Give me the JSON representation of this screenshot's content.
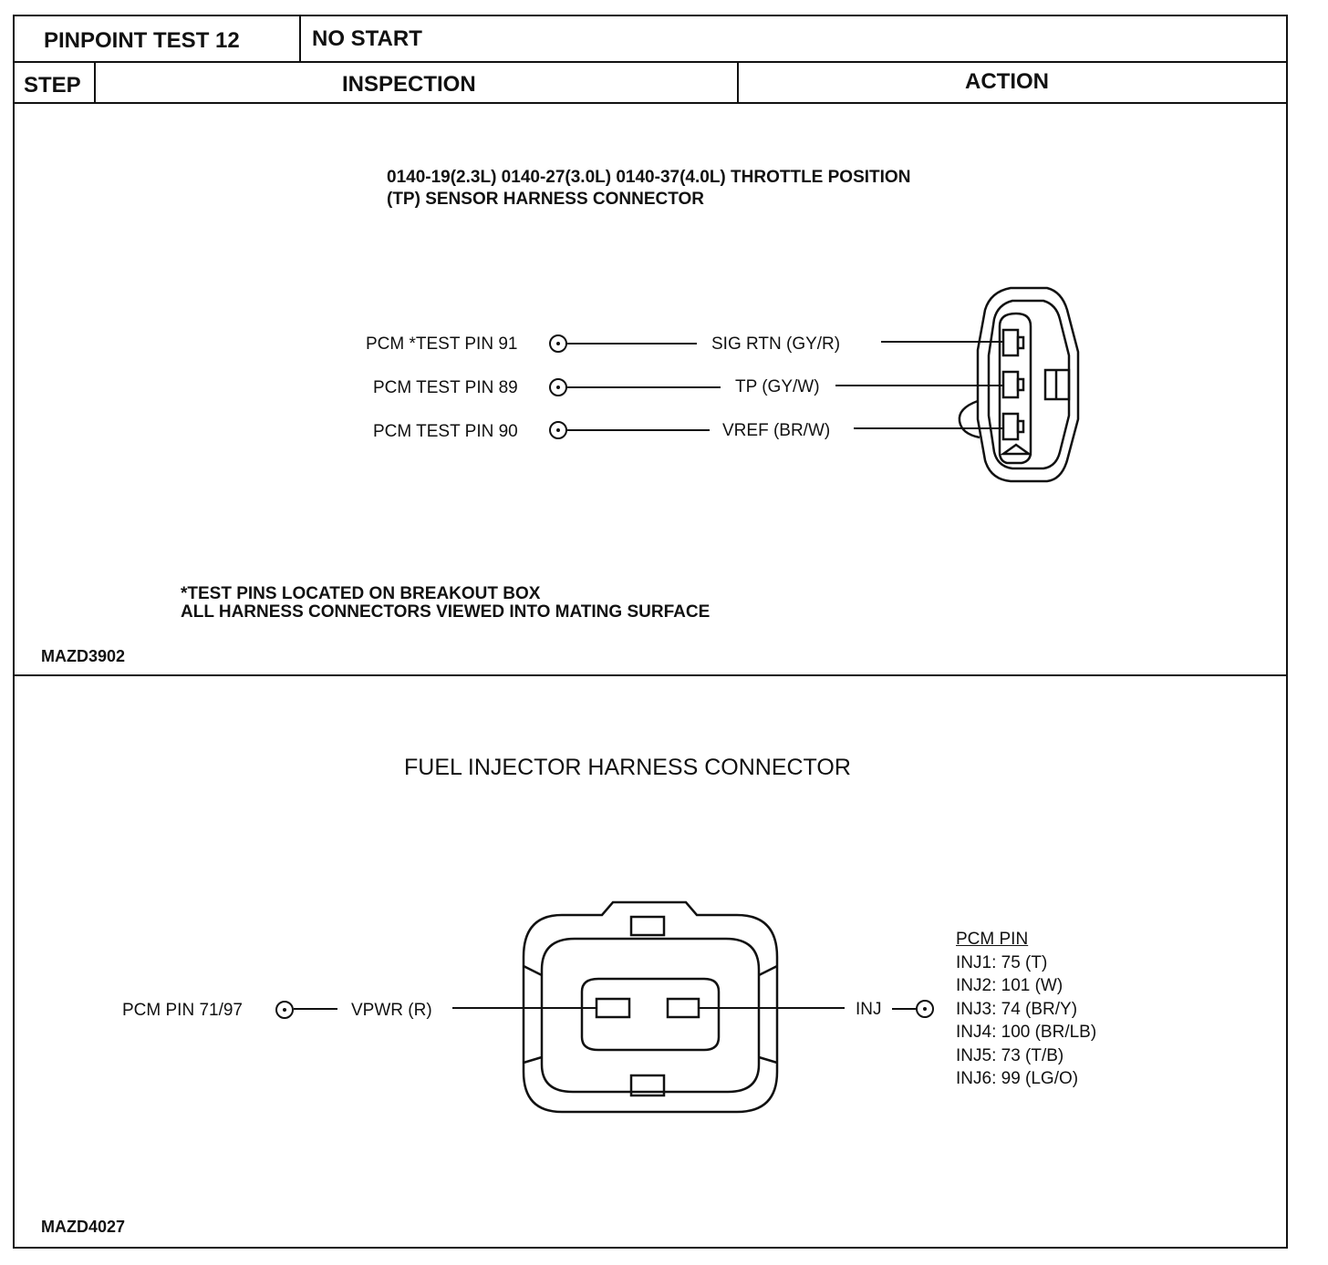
{
  "header": {
    "test_title": "PINPOINT TEST 12",
    "test_name": "NO START",
    "col_step": "STEP",
    "col_inspection": "INSPECTION",
    "col_action": "ACTION"
  },
  "tp_diagram": {
    "title_line1": "0140-19(2.3L) 0140-27(3.0L) 0140-37(4.0L) THROTTLE POSITION",
    "title_line2": "(TP) SENSOR HARNESS CONNECTOR",
    "pins": [
      {
        "pin_label": "PCM *TEST PIN 91",
        "wire_label": "SIG RTN (GY/R)"
      },
      {
        "pin_label": "PCM TEST PIN 89",
        "wire_label": "TP (GY/W)"
      },
      {
        "pin_label": "PCM TEST PIN 90",
        "wire_label": "VREF (BR/W)"
      }
    ],
    "note_line1": "*TEST PINS LOCATED ON BREAKOUT BOX",
    "note_line2": "ALL HARNESS CONNECTORS VIEWED INTO MATING SURFACE",
    "figure_id": "MAZD3902"
  },
  "injector_diagram": {
    "title": "FUEL INJECTOR HARNESS CONNECTOR",
    "left_pin_label": "PCM PIN 71/97",
    "left_wire_label": "VPWR (R)",
    "right_wire_label": "INJ",
    "pcm_pin_heading": "PCM PIN",
    "pcm_pin_list": [
      "INJ1: 75 (T)",
      "INJ2: 101 (W)",
      "INJ3: 74 (BR/Y)",
      "INJ4: 100 (BR/LB)",
      "INJ5: 73 (T/B)",
      "INJ6: 99 (LG/O)"
    ],
    "figure_id": "MAZD4027"
  }
}
